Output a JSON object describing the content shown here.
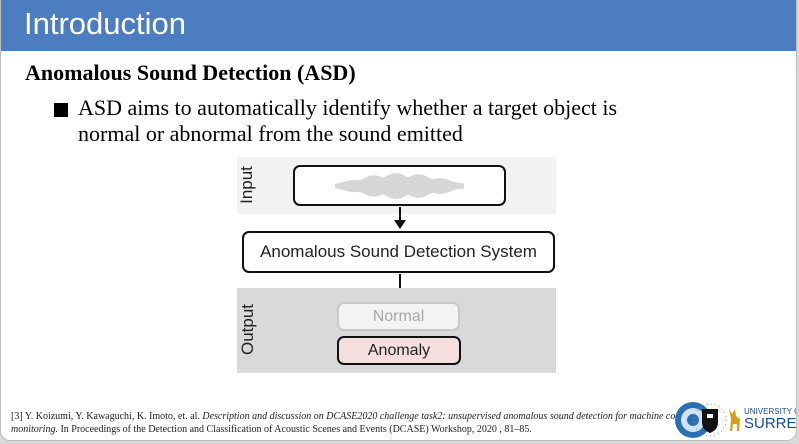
{
  "header": {
    "title": "Introduction",
    "color": "#4b7dc0"
  },
  "content": {
    "subheading": "Anomalous Sound Detection (ASD)",
    "bullets": [
      {
        "icon": "square-bullet-icon",
        "line1": "ASD aims to automatically identify whether a target object is",
        "line2": "normal or abnormal from the sound emitted"
      }
    ]
  },
  "diagram": {
    "input_label": "Input",
    "system_label": "Anomalous Sound Detection System",
    "output_label": "Output",
    "normal_label": "Normal",
    "anomaly_label": "Anomaly",
    "anomaly_color": "#f4dede"
  },
  "reference": {
    "prefix": "[3] Y. Koizumi, Y. Kawaguchi, K. Imoto, et. al. ",
    "title_italic": "Description and discussion on DCASE2020 challenge task2: unsupervised anomalous sound detection for machine condition monitoring.",
    "suffix": " In Proceedings of the Detection and Classification of Acoustic Scenes and Events (DCASE) Workshop, 2020 , 81–85."
  },
  "logos": {
    "surrey_line1": "UNIVERSITY OF",
    "surrey_line2": "SURREY"
  }
}
